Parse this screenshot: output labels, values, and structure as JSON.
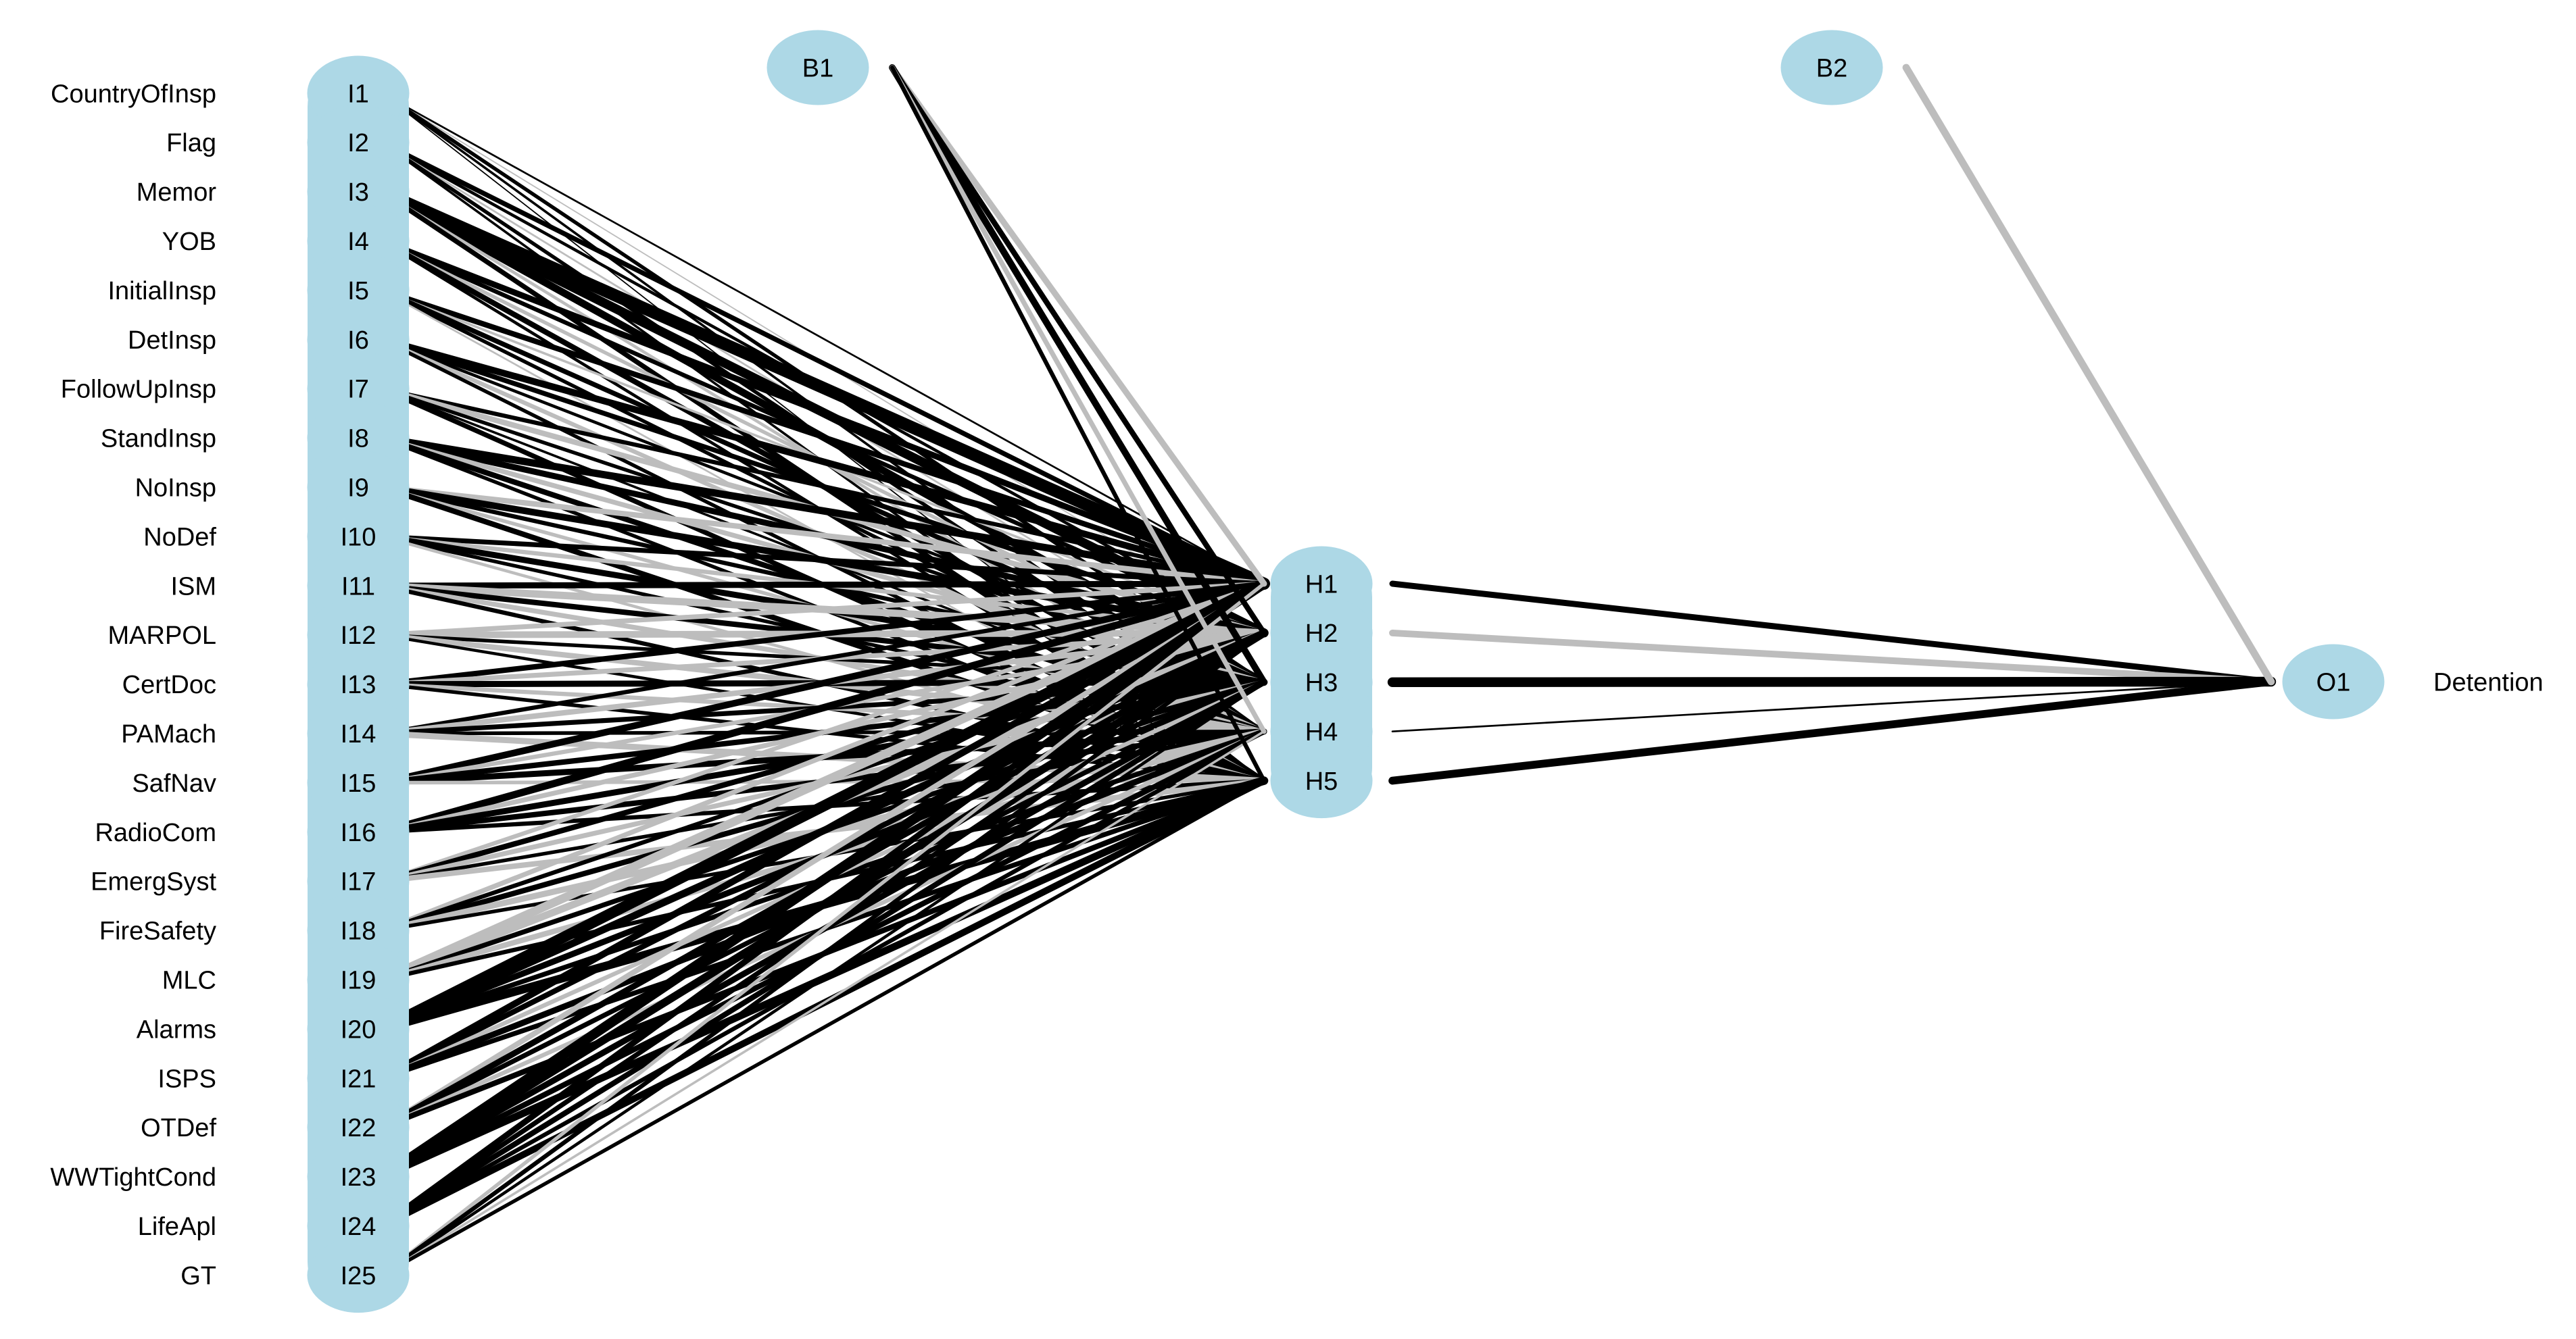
{
  "colors": {
    "node_fill": "#add8e6",
    "positive_weight": "#000000",
    "negative_weight": "#bdbdbd",
    "label_text": "#000000",
    "background": "#ffffff"
  },
  "inputs": [
    {
      "id": "I1",
      "name": "CountryOfInsp"
    },
    {
      "id": "I2",
      "name": "Flag"
    },
    {
      "id": "I3",
      "name": "Memor"
    },
    {
      "id": "I4",
      "name": "YOB"
    },
    {
      "id": "I5",
      "name": "InitialInsp"
    },
    {
      "id": "I6",
      "name": "DetInsp"
    },
    {
      "id": "I7",
      "name": "FollowUpInsp"
    },
    {
      "id": "I8",
      "name": "StandInsp"
    },
    {
      "id": "I9",
      "name": "NoInsp"
    },
    {
      "id": "I10",
      "name": "NoDef"
    },
    {
      "id": "I11",
      "name": "ISM"
    },
    {
      "id": "I12",
      "name": "MARPOL"
    },
    {
      "id": "I13",
      "name": "CertDoc"
    },
    {
      "id": "I14",
      "name": "PAMach"
    },
    {
      "id": "I15",
      "name": "SafNav"
    },
    {
      "id": "I16",
      "name": "RadioCom"
    },
    {
      "id": "I17",
      "name": "EmergSyst"
    },
    {
      "id": "I18",
      "name": "FireSafety"
    },
    {
      "id": "I19",
      "name": "MLC"
    },
    {
      "id": "I20",
      "name": "Alarms"
    },
    {
      "id": "I21",
      "name": "ISPS"
    },
    {
      "id": "I22",
      "name": "OTDef"
    },
    {
      "id": "I23",
      "name": "WWTightCond"
    },
    {
      "id": "I24",
      "name": "LifeApl"
    },
    {
      "id": "I25",
      "name": "GT"
    }
  ],
  "hidden": [
    "H1",
    "H2",
    "H3",
    "H4",
    "H5"
  ],
  "biases": [
    "B1",
    "B2"
  ],
  "output": {
    "id": "O1",
    "name": "Detention"
  },
  "input_hidden_weights": [
    [
      0.3,
      -0.2,
      0.6,
      0.4,
      0.2
    ],
    [
      0.8,
      0.5,
      -0.3,
      0.6,
      0.4
    ],
    [
      2.0,
      1.5,
      1.2,
      -0.5,
      0.8
    ],
    [
      1.0,
      0.7,
      -0.6,
      0.9,
      0.5
    ],
    [
      0.9,
      -0.4,
      0.8,
      0.6,
      -0.3
    ],
    [
      1.1,
      0.8,
      0.5,
      -0.7,
      0.6
    ],
    [
      0.7,
      -0.9,
      0.6,
      0.4,
      0.8
    ],
    [
      1.2,
      1.0,
      -0.8,
      0.9,
      0.6
    ],
    [
      -0.9,
      1.1,
      0.7,
      -0.6,
      0.9
    ],
    [
      0.8,
      -0.7,
      1.0,
      0.6,
      -0.5
    ],
    [
      1.0,
      -1.2,
      0.9,
      -0.8,
      0.7
    ],
    [
      -0.8,
      -1.1,
      0.6,
      -0.9,
      0.5
    ],
    [
      0.9,
      -0.8,
      1.0,
      -0.7,
      0.6
    ],
    [
      0.7,
      -0.9,
      0.8,
      0.6,
      -1.0
    ],
    [
      1.1,
      -0.7,
      0.9,
      1.0,
      -0.6
    ],
    [
      1.2,
      -0.8,
      1.0,
      0.9,
      0.7
    ],
    [
      -0.7,
      0.9,
      -0.8,
      0.6,
      -0.9
    ],
    [
      -0.8,
      0.7,
      0.9,
      -1.0,
      0.6
    ],
    [
      -1.4,
      -1.2,
      0.8,
      -0.9,
      0.7
    ],
    [
      1.8,
      1.2,
      1.0,
      0.8,
      1.4
    ],
    [
      1.1,
      0.9,
      -0.7,
      1.0,
      0.8
    ],
    [
      -0.9,
      1.0,
      0.8,
      -0.7,
      0.9
    ],
    [
      1.6,
      1.3,
      1.0,
      0.9,
      1.2
    ],
    [
      1.0,
      0.8,
      0.9,
      0.7,
      1.1
    ],
    [
      -0.6,
      0.7,
      0.5,
      -0.4,
      0.6
    ]
  ],
  "bias_hidden_weights": [
    -1.0,
    0.9,
    1.1,
    -0.8,
    0.7
  ],
  "hidden_output_weights": [
    1.0,
    -1.1,
    1.6,
    0.3,
    1.3
  ],
  "bias_output_weight": -1.2
}
